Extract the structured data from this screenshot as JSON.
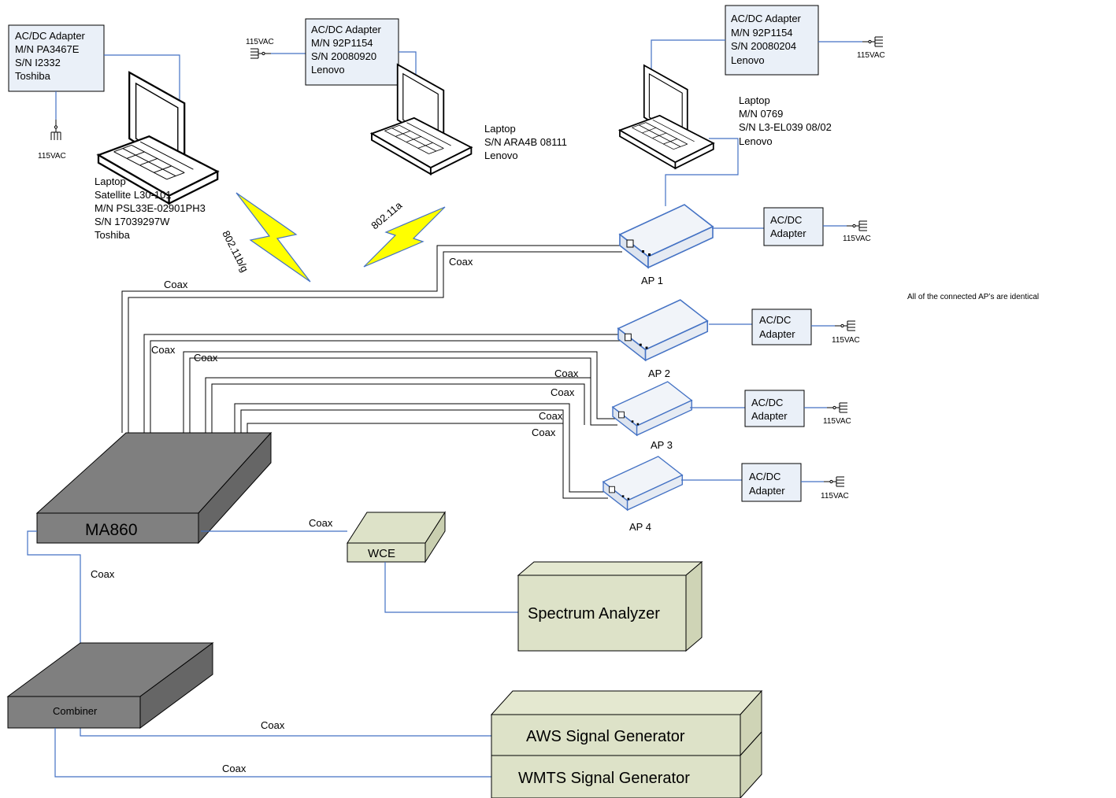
{
  "adapters": {
    "toshiba": [
      "AC/DC Adapter",
      "M/N PA3467E",
      "S/N I2332",
      "Toshiba"
    ],
    "lenovo1": [
      "AC/DC Adapter",
      "M/N 92P1154",
      "S/N 20080920",
      "Lenovo"
    ],
    "lenovo2": [
      "AC/DC Adapter",
      "M/N 92P1154",
      "S/N 20080204",
      "Lenovo"
    ],
    "ap": [
      "AC/DC",
      "Adapter"
    ]
  },
  "laptops": {
    "toshiba": [
      "Laptop",
      "Satellite L30-101",
      "M/N PSL33E-02901PH3",
      "S/N 17039297W",
      "Toshiba"
    ],
    "lenovo1": [
      "Laptop",
      "S/N ARA4B 08111",
      "Lenovo"
    ],
    "lenovo2": [
      "Laptop",
      "M/N 0769",
      "S/N L3-EL039 08/02",
      "Lenovo"
    ]
  },
  "power": "115VAC",
  "wireless": {
    "bg": "802.11b/g",
    "a": "802.11a"
  },
  "aps": [
    "AP 1",
    "AP 2",
    "AP 3",
    "AP 4"
  ],
  "note": "All of the connected AP’s are identical",
  "coax": "Coax",
  "devices": {
    "ma860": "MA860",
    "wce": "WCE",
    "spectrum": "Spectrum Analyzer",
    "combiner": "Combiner",
    "aws": "AWS Signal Generator",
    "wmts": "WMTS Signal Generator"
  }
}
